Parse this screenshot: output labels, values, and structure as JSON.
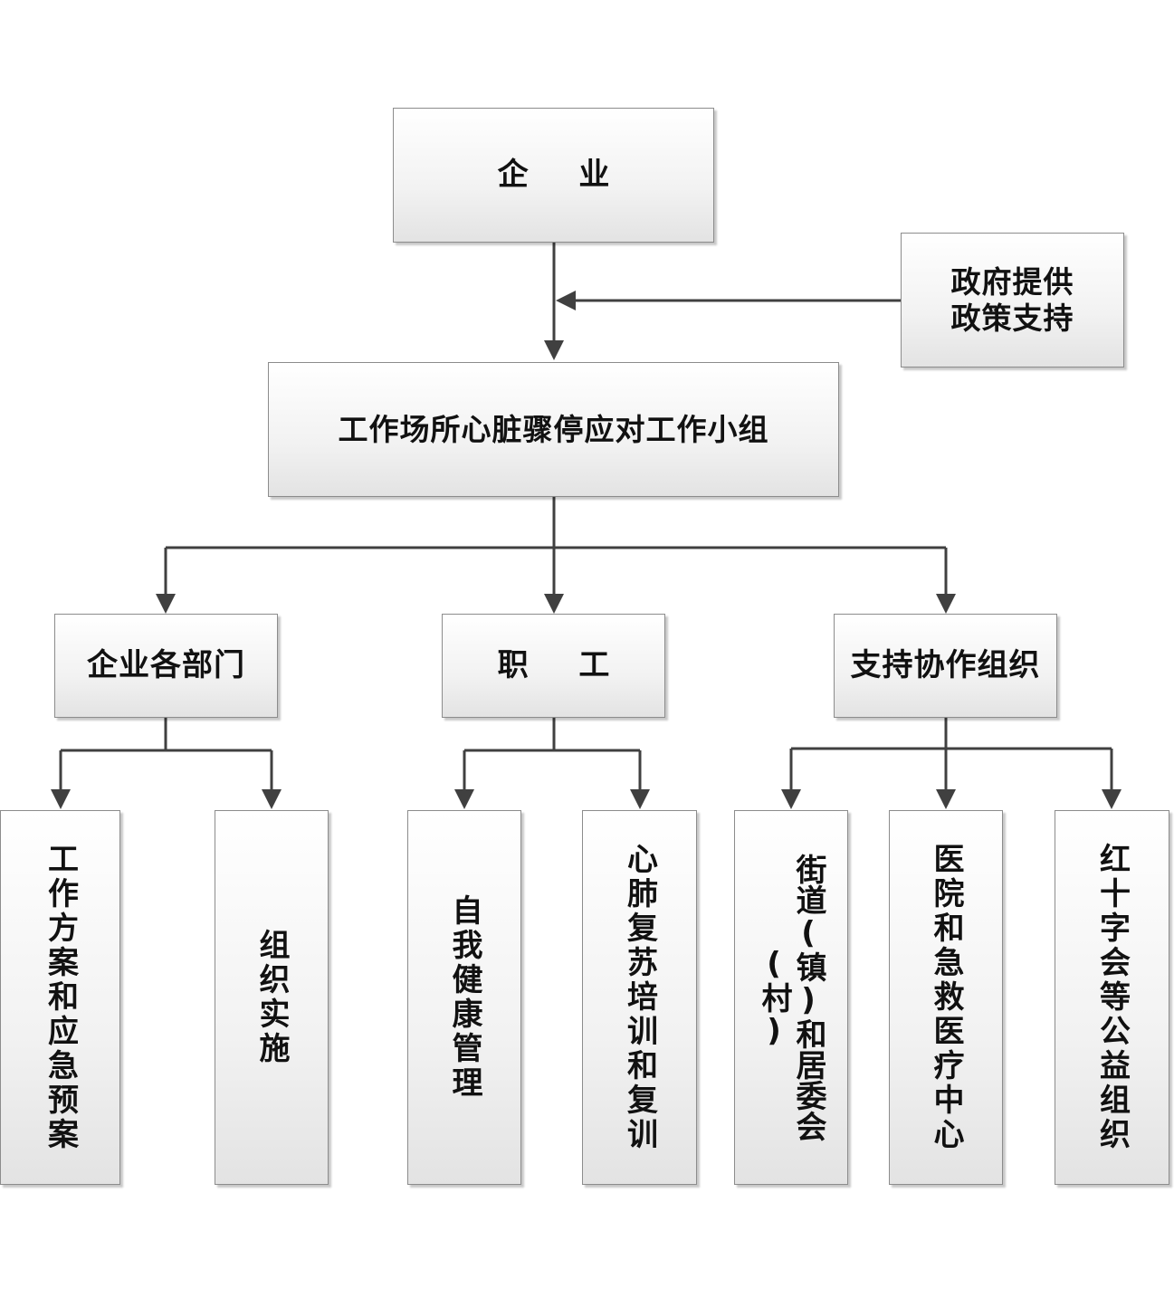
{
  "nodes": {
    "enterprise": "企 业",
    "government": [
      "政府提供",
      "政策支持"
    ],
    "working_group": "工作场所心脏骤停应对工作小组",
    "departments": "企业各部门",
    "staff": "职 工",
    "support_org": "支持协作组织",
    "work_plan": "工作方案和应急预案",
    "implementation": "组织实施",
    "health_mgmt": "自我健康管理",
    "cpr_training": "心肺复苏培训和复训",
    "street_committee": "街道(镇)和居委会(村)",
    "hospital": "医院和急救医疗中心",
    "red_cross": "红十字会等公益组织"
  },
  "colors": {
    "line": "#404040",
    "border": "#8c8c8c",
    "text": "#111111"
  }
}
